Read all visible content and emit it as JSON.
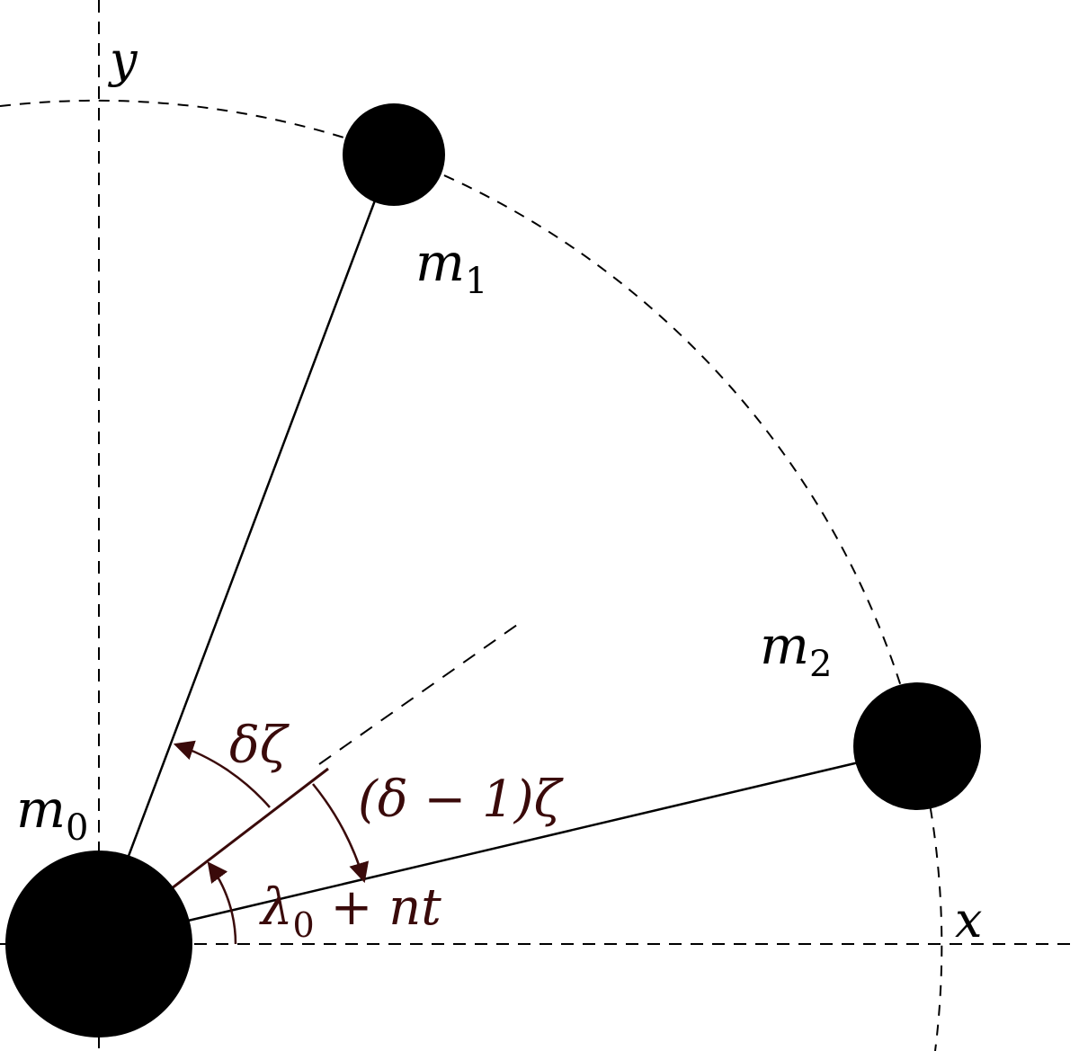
{
  "axes": {
    "x_label": "x",
    "y_label": "y"
  },
  "masses": {
    "m0": {
      "label": "m",
      "sub": "0"
    },
    "m1": {
      "label": "m",
      "sub": "1"
    },
    "m2": {
      "label": "m",
      "sub": "2"
    }
  },
  "angles": {
    "delta_zeta": "δζ",
    "delta_minus_one_zeta": "(δ − 1)ζ",
    "lambda_main": "λ",
    "lambda_sub": "0",
    "lambda_rest": " + nt"
  },
  "colors": {
    "ink": "#000000",
    "angle_ink": "#3a0a0a",
    "background": "#ffffff"
  }
}
